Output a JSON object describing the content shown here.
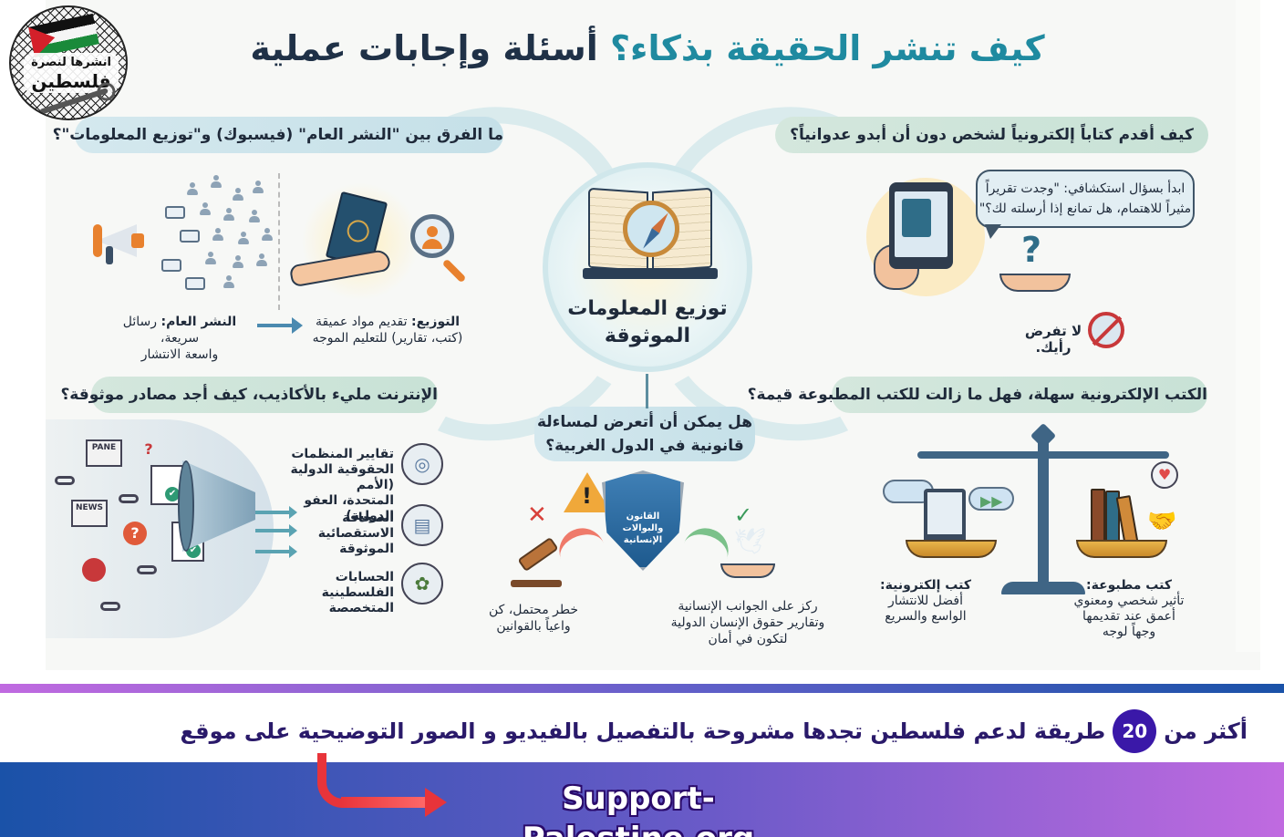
{
  "header": {
    "title_part_highlight": "كيف تنشر الحقيقة بذكاء؟",
    "title_part_main": "أسئلة وإجابات عملية",
    "logo": {
      "line1": "انشرها لنصرة",
      "line2": "فلسطين",
      "icon": "palestine-flag-key-logo"
    }
  },
  "hub": {
    "title_line1": "توزيع المعلومات",
    "title_line2": "الموثوقة",
    "icon": "open-book-compass-icon"
  },
  "sections": {
    "public_vs_distribution": {
      "question": "ما الفرق بين \"النشر العام\" (فيسبوك) و\"توزيع المعلومات\"؟",
      "public_label": "النشر العام:",
      "public_text_1": "رسائل سريعة،",
      "public_text_2": "واسعة الانتشار",
      "dist_label": "التوزيع:",
      "dist_text_1": "تقديم مواد عميقة",
      "dist_text_2": "(كتب، تقارير) للتعليم الموجه",
      "icons": [
        "megaphone-icon",
        "crowd-icon",
        "book-in-hand-icon",
        "magnifier-person-icon"
      ]
    },
    "offer_ebook": {
      "question": "كيف أقدم كتاباً إلكترونياً لشخص دون أن أبدو عدوانياً؟",
      "speech_line1": "ابدأ بسؤال استكشافي: \"وجدت تقريراً",
      "speech_line2": "مثيراً للاهتمام، هل تمانع إذا أرسلته لك؟\"",
      "tip": "لا تفرض رأيك.",
      "icons": [
        "tablet-ebook-icon",
        "question-mark-icon",
        "open-hand-icon",
        "no-megaphone-icon"
      ]
    },
    "reliable_sources": {
      "question": "الإنترنت مليء بالأكاذيب، كيف أجد مصادر موثوقة؟",
      "sources": [
        {
          "label_line1": "تقايير المنظمات",
          "label_line2": "الحقوقية الدولية (الأمم",
          "label_line3": "المتحدة، العفو الدولية)",
          "icon": "un-emblem-icon"
        },
        {
          "label_line1": "الصحافة الاستقصائية",
          "label_line2": "الموثوقة",
          "label_line3": "",
          "icon": "newspaper-magnifier-icon"
        },
        {
          "label_line1": "الحسابات الفلسطينية",
          "label_line2": "المتخصصة",
          "label_line3": "",
          "icon": "olive-tree-signal-icon"
        }
      ],
      "chaos_labels": [
        "PANE",
        "NEWS",
        "?",
        "?"
      ]
    },
    "legal": {
      "question_line1": "هل يمكن أن أتعرض لمساءلة",
      "question_line2": "قانونية في الدول الغربية؟",
      "shield_line1": "القانون والبوالات",
      "shield_line2": "الإنسانية",
      "risk_line1": "خطر محتمل، كن",
      "risk_line2": "واعياً بالقوانين",
      "safe_line1": "ركز على الجوانب الإنسانية",
      "safe_line2": "وتقارير حقوق الإنسان الدولية",
      "safe_line3": "لتكون في أمان",
      "warning_symbol": "!",
      "x_symbol": "✕",
      "check_symbol": "✓"
    },
    "print_vs_ebook": {
      "question": "الكتب الإلكترونية سهلة، فهل ما زالت للكتب المطبوعة قيمة؟",
      "ebook_title": "كتب إلكترونية:",
      "ebook_line1": "أفضل للانتشار",
      "ebook_line2": "الواسع والسريع",
      "print_title": "كتب مطبوعة:",
      "print_line1": "تأثير شخصي ومعنوي",
      "print_line2": "أعمق عند تقديمها",
      "print_line3": "وجهاً لوجه",
      "icons": [
        "balance-scale-icon",
        "ereader-icon",
        "cloud-icon",
        "printed-books-icon",
        "heart-bubble-icon",
        "handshake-icon"
      ]
    }
  },
  "banner": {
    "prefix": "أكثر من",
    "count": "20",
    "text": "طريقة لدعم فلسطين تجدها مشروحة  بالتفصيل بالفيديو و الصور التوضيحية  على موقع",
    "site": "Support-Palestine.org",
    "colors": {
      "dark_purple": "#3a18a8",
      "gradient_left": "#1a52a8",
      "gradient_right": "#c06ae0",
      "arrow_red": "#e8343a"
    }
  },
  "colors": {
    "title_teal": "#1f8aa0",
    "title_navy": "#1f3147",
    "pill_blue": "#c5e0e8",
    "pill_green": "#c8e2d6",
    "background": "#f7f8f6"
  }
}
